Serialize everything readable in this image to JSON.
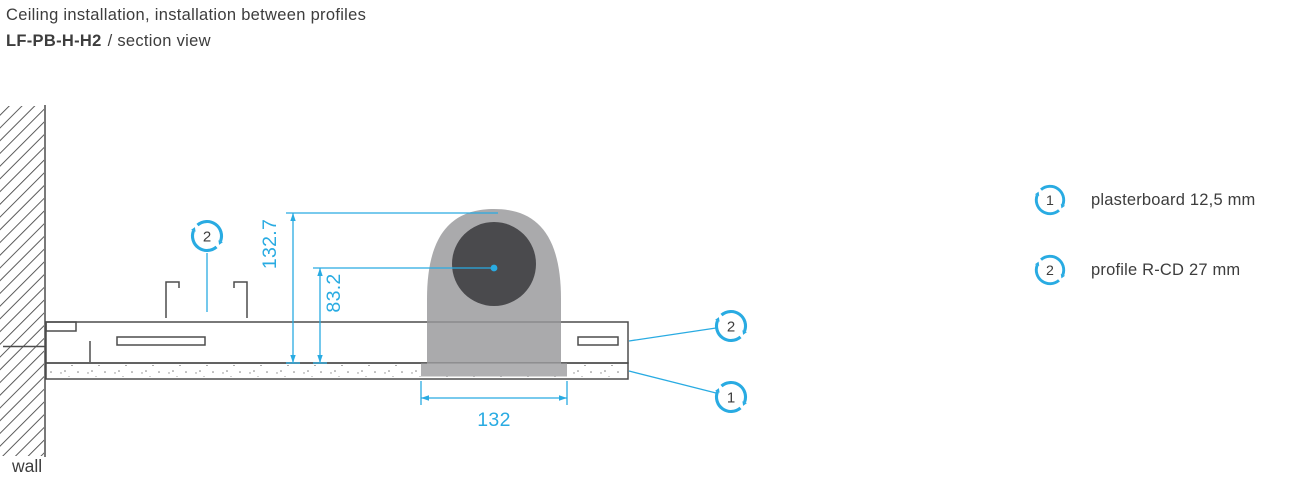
{
  "colors": {
    "accent": "#29abe2",
    "line": "#4d4d4d",
    "text": "#3d3d3d",
    "lamp_body": "#97979a",
    "lamp_lens": "#4a4a4d"
  },
  "header": {
    "title": "Ceiling installation, installation between profiles",
    "model": "LF-PB-H-H2",
    "view_suffix": "/ section view"
  },
  "diagram": {
    "wall_label": "wall",
    "dim_total_height": "132.7",
    "dim_center_height": "83.2",
    "dim_cutout_width": "132",
    "callout_profile_top": "2",
    "callout_profile_right": "2",
    "callout_plasterboard": "1"
  },
  "legend": [
    {
      "number": "1",
      "label": "plasterboard 12,5 mm"
    },
    {
      "number": "2",
      "label": "profile R-CD 27 mm"
    }
  ]
}
